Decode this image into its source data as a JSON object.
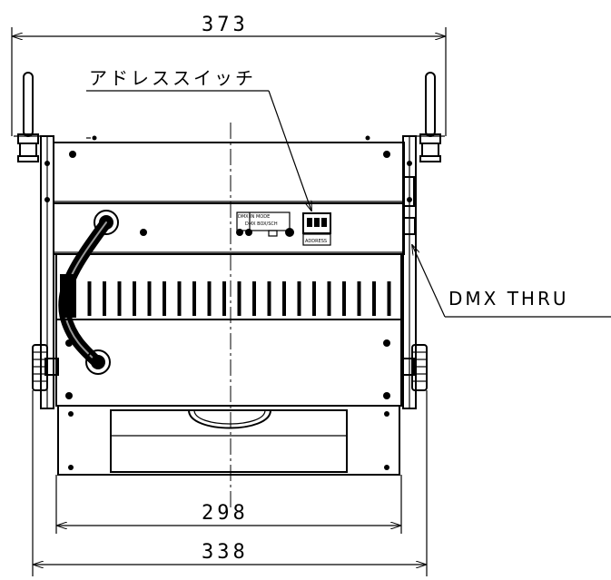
{
  "dimensions": {
    "top_width": "373",
    "inner_width": "298",
    "outer_width": "338"
  },
  "labels": {
    "address_switch": "アドレススイッチ",
    "dmx_thru": "DMX THRU",
    "address_plate": "ADDRESS"
  },
  "panel_markings": {
    "top_row": "DMX IN   MODE",
    "bottom_row": "DMX  BOX/SCH"
  }
}
